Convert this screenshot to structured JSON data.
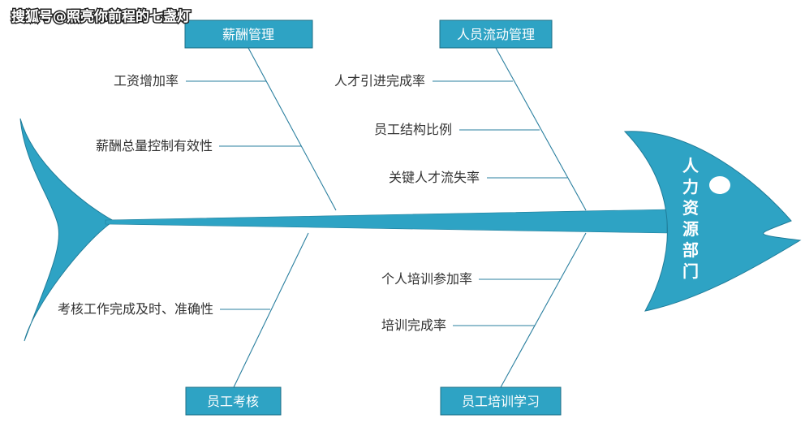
{
  "watermark": "搜狐号@照亮你前程的七盏灯",
  "head": {
    "chars": [
      "人",
      "力",
      "资",
      "源",
      "部",
      "门"
    ]
  },
  "categories": {
    "salary": "薪酬管理",
    "flow": "人员流动管理",
    "assessment": "员工考核",
    "training": "员工培训学习"
  },
  "causes": {
    "salary": [
      "工资增加率",
      "薪酬总量控制有效性"
    ],
    "flow": [
      "人才引进完成率",
      "员工结构比例",
      "关键人才流失率"
    ],
    "assessment": [
      "考核工作完成及时、准确性"
    ],
    "training": [
      "个人培训参加率",
      "培训完成率"
    ]
  },
  "colors": {
    "fish": "#2ea3c4",
    "fish_outline": "#1f7c99",
    "lines": "#2a7f9f",
    "box_border": "#1f6f86",
    "text": "#333333"
  }
}
